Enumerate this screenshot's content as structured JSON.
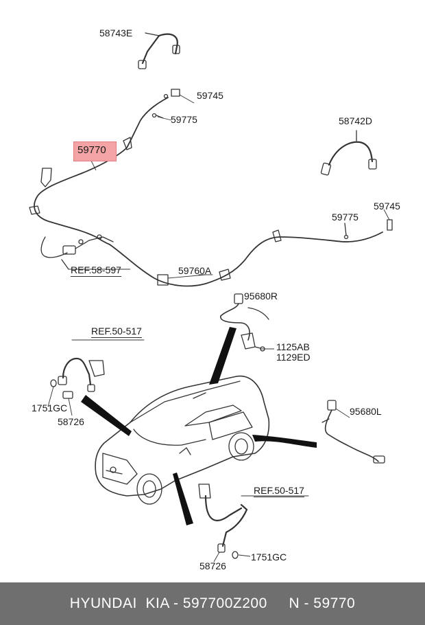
{
  "labels": {
    "hose_top": "58743E",
    "clip_top": "59745",
    "bolt_top": "59775",
    "cable_main": "59770",
    "hose_right": "58742D",
    "bolt_right": "59775",
    "clip_right": "59745",
    "ref_parking": "REF.58-597",
    "cable_rear": "59760A",
    "sensor_rr": "95680R",
    "bolt_1": "1125AB",
    "bolt_2": "1129ED",
    "ref_front_left": "REF.50-517",
    "gasket_left": "1751GC",
    "bolt_left": "58726",
    "sensor_rl": "95680L",
    "ref_front_bottom": "REF.50-517",
    "bolt_bottom": "58726",
    "gasket_bottom": "1751GC"
  },
  "footer": {
    "brand": "HYUNDAI  KIA - 597700Z200",
    "number": "N - 59770"
  },
  "colors": {
    "highlight": "#f4a4a4",
    "footer_bg": "#6f6f6f",
    "line": "#333333"
  }
}
